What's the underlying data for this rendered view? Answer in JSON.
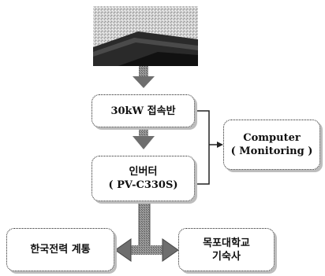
{
  "diagram": {
    "nodes": {
      "junction_box": {
        "label": "30kW 접속반"
      },
      "inverter": {
        "line1": "인버터",
        "line2": "( PV-C330S)"
      },
      "computer": {
        "line1": "Computer",
        "line2": "( Monitoring )"
      },
      "kepco_grid": {
        "label": "한국전력 계통"
      },
      "university_dorm": {
        "line1": "목포대학교",
        "line2": "기숙사"
      }
    },
    "colors": {
      "arrow_fill": "#8a8a8a",
      "arrow_dark": "#555555",
      "line": "#222222",
      "box_border": "#222222",
      "panel_sky": "#dcdcdc",
      "panel_dark": "#2a2a2a"
    }
  }
}
